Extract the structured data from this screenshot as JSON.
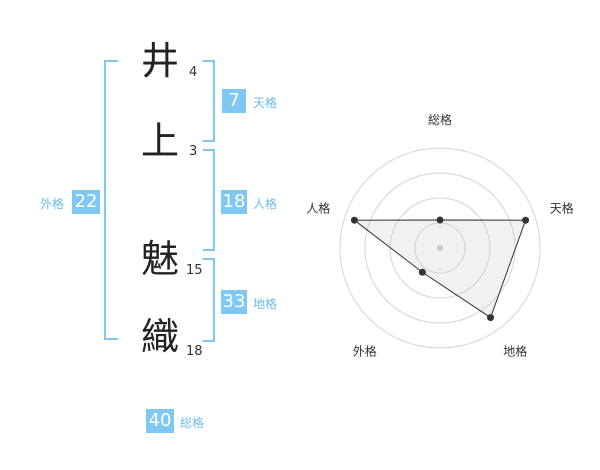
{
  "name": {
    "chars": [
      {
        "char": "井",
        "strokes": "4"
      },
      {
        "char": "上",
        "strokes": "3"
      },
      {
        "char": "魅",
        "strokes": "15"
      },
      {
        "char": "織",
        "strokes": "18"
      }
    ]
  },
  "fortunes": {
    "tenkaku": {
      "value": "7",
      "label": "天格"
    },
    "jinkaku": {
      "value": "18",
      "label": "人格"
    },
    "chikaku": {
      "value": "33",
      "label": "地格"
    },
    "gaikaku": {
      "value": "22",
      "label": "外格"
    },
    "soukaku": {
      "value": "40",
      "label": "総格"
    }
  },
  "colors": {
    "accent": "#7ec8f2",
    "text": "#222222"
  },
  "chart_data": {
    "type": "radar",
    "axes": [
      "総格",
      "天格",
      "地格",
      "外格",
      "人格"
    ],
    "values": [
      0.28,
      0.9,
      0.86,
      0.3,
      0.9
    ],
    "range": [
      0,
      1
    ],
    "rings": 4
  }
}
